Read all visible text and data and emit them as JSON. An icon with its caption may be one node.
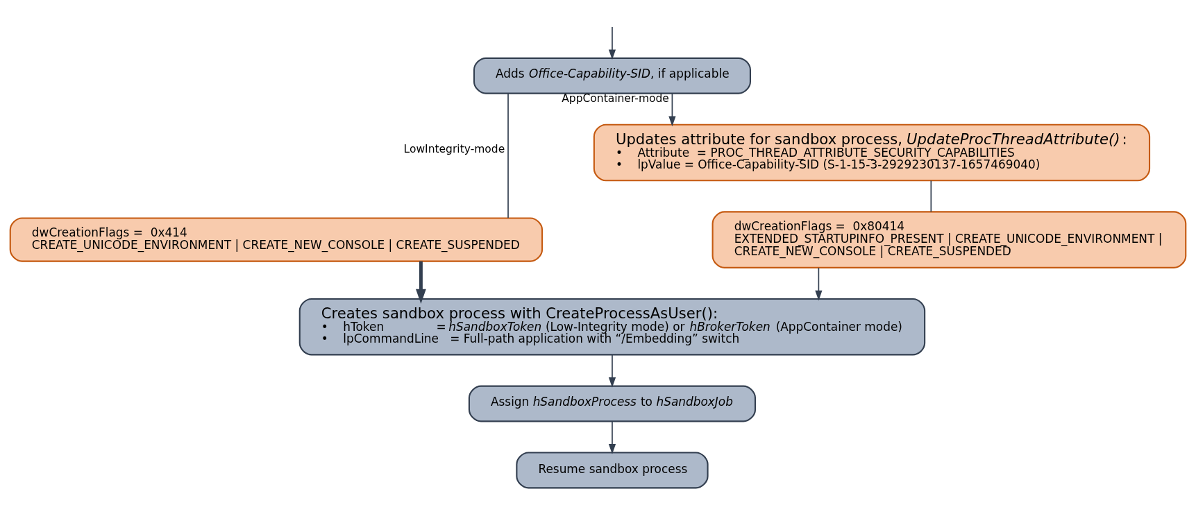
{
  "diagram": {
    "nodes": [
      {
        "text": [
          "Adds *Office-Capability-SID*, if applicable"
        ]
      },
      {
        "text": [
          "Updates attribute for sandbox process, *UpdateProcThreadAttribute()*:",
          "•    Attribute  = PROC_THREAD_ATTRIBUTE_SECURITY_CAPABILITIES",
          "•    lpValue = Office-Capability-SID (S-1-15-3-2929230137-1657469040)"
        ]
      },
      {
        "text": [
          "dwCreationFlags =  0x414",
          "CREATE_UNICODE_ENVIRONMENT | CREATE_NEW_CONSOLE | CREATE_SUSPENDED"
        ]
      },
      {
        "text": [
          "dwCreationFlags =  0x80414",
          "EXTENDED_STARTUPINFO_PRESENT | CREATE_UNICODE_ENVIRONMENT | CREATE_NEW_CONSOLE | CREATE_SUSPENDED"
        ]
      },
      {
        "text": [
          "Creates sandbox process with CreateProcessAsUser():",
          "•    hToken              = *hSandboxToken* (Low-Integrity mode) or *hBrokerToken* (AppContainer mode)",
          "•    lpCommandLine   = Full-path application with “/Embedding” switch"
        ]
      },
      {
        "text": [
          "Assign *hSandboxProcess* to *hSandboxJob*"
        ]
      },
      {
        "text": [
          "Resume sandbox process"
        ]
      }
    ],
    "edges": [
      {
        "from": null,
        "to": 0,
        "arrow": "to"
      },
      {
        "from": 0,
        "to": 2,
        "arrow": "none",
        "label": "LowIntegrity-mode"
      },
      {
        "from": 0,
        "to": 1,
        "arrow": "to",
        "label": "AppContainer-mode"
      },
      {
        "from": 1,
        "to": 3,
        "arrow": "none"
      },
      {
        "from": 2,
        "to": 4,
        "arrow": "to",
        "style": "thick"
      },
      {
        "from": 3,
        "to": 4,
        "arrow": "to"
      },
      {
        "from": 4,
        "to": 5,
        "arrow": "to"
      },
      {
        "from": 5,
        "to": 6,
        "arrow": "to"
      }
    ]
  }
}
